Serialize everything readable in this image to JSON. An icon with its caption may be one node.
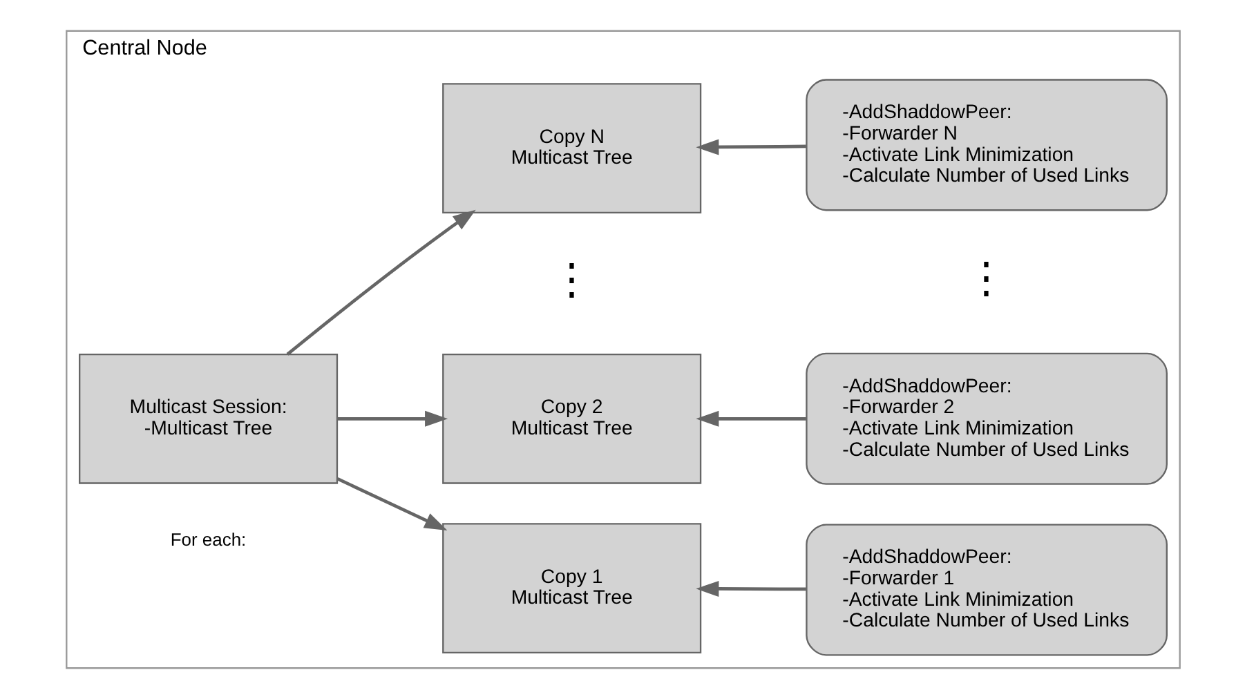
{
  "diagram": {
    "nodes": [
      {
        "text": [
          "Central Node"
        ]
      },
      {
        "text": [
          "Multicast Session:",
          "-Multicast Tree"
        ],
        "in": 0
      },
      {
        "text": [
          "Copy 1",
          "Multicast Tree"
        ],
        "in": 0
      },
      {
        "text": [
          "-AddShaddowPeer:",
          "-Forwarder 1",
          "-Activate Link Minimization",
          "-Calculate Number of Used Links"
        ],
        "in": 0
      },
      {
        "text": [
          "Copy 2",
          "Multicast Tree"
        ],
        "in": 0
      },
      {
        "text": [
          "-AddShaddowPeer:",
          "-Forwarder 2",
          "-Activate Link Minimization",
          "-Calculate Number of Used Links"
        ],
        "in": 0
      },
      {
        "text": [
          "Copy N",
          "Multicast Tree"
        ],
        "in": 0
      },
      {
        "text": [
          "-AddShaddowPeer:",
          "-Forwarder N",
          "-Activate Link Minimization",
          "-Calculate Number of Used Links"
        ],
        "in": 0
      }
    ],
    "edges": [
      {
        "from": 1,
        "to": 2,
        "arrow": "to"
      },
      {
        "from": 1,
        "to": 4,
        "arrow": "to"
      },
      {
        "from": 1,
        "to": 6,
        "arrow": "to"
      },
      {
        "from": 3,
        "to": 2,
        "arrow": "to"
      },
      {
        "from": 5,
        "to": 4,
        "arrow": "to"
      },
      {
        "from": 7,
        "to": 6,
        "arrow": "to"
      }
    ],
    "labels": [
      "For each:",
      "⋮",
      "⋮"
    ]
  }
}
